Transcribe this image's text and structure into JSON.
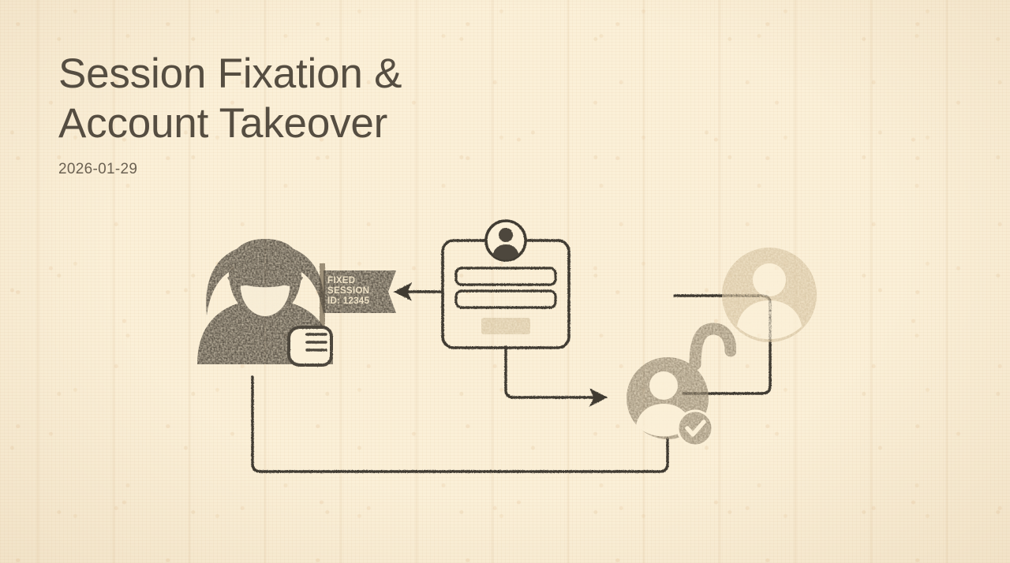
{
  "header": {
    "title": "Session Fixation &\nAccount Takeover",
    "date": "2026-01-29"
  },
  "colors": {
    "background": "#fbf0d8",
    "ink_dark": "#3f3a31",
    "ink_title": "#554d41",
    "ink_subtitle": "#6b6152",
    "figure_dark": "#4e473c",
    "figure_mid": "#9c8f78",
    "figure_light": "#d9c7a6",
    "mask_light": "#f6ecd6",
    "button_fill": "#dac9a8"
  },
  "diagram": {
    "attacker": {
      "label": "attacker-hacker-figure",
      "description": "hooded masked attacker silhouette holding a flag pole"
    },
    "flag": {
      "lines": [
        "FIXED",
        "SESSION",
        "ID: 12345"
      ],
      "line1": "FIXED",
      "line2": "SESSION",
      "line3": "ID: 12345"
    },
    "login_card": {
      "label": "login-form-card",
      "avatar": "user-avatar-icon",
      "fields": [
        "username-field",
        "password-field"
      ],
      "submit": "submit-button"
    },
    "compromised_account": {
      "label": "unlocked-account-icon",
      "badge": "checkmark-badge"
    },
    "victim": {
      "label": "victim-user-icon"
    },
    "connectors": [
      {
        "name": "login-to-flag-arrow",
        "direction": "left"
      },
      {
        "name": "login-to-account-arrow",
        "direction": "right"
      },
      {
        "name": "account-to-victim-link",
        "direction": "up"
      },
      {
        "name": "account-to-attacker-loop",
        "direction": "left"
      }
    ]
  }
}
